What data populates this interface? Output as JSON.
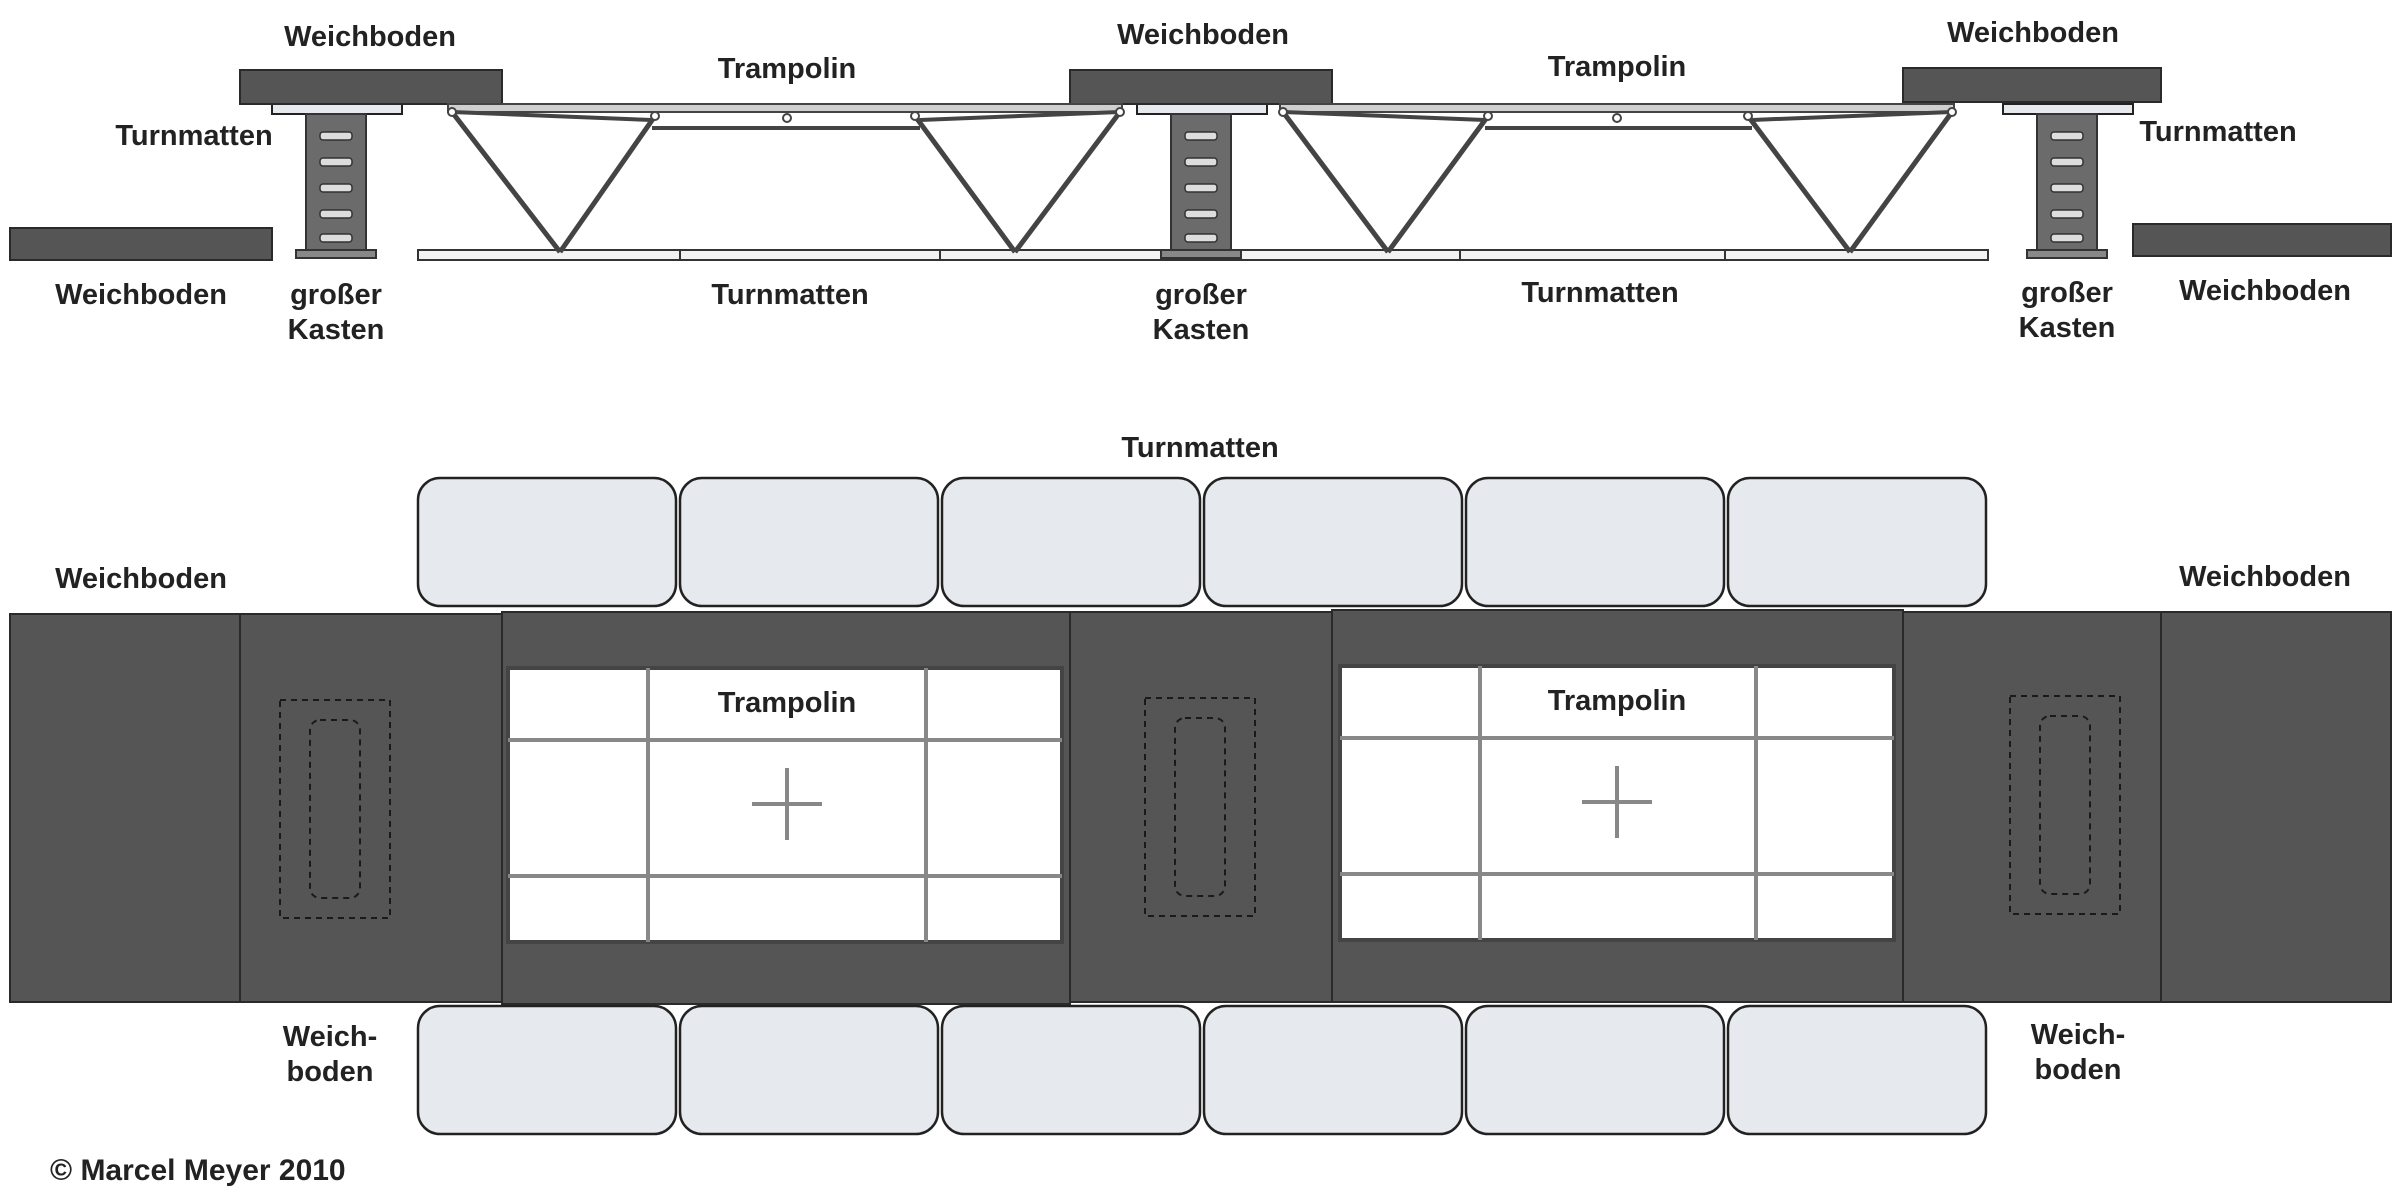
{
  "side_view": {
    "labels": {
      "weichboden_top_left": "Weichboden",
      "weichboden_top_center": "Weichboden",
      "weichboden_top_right": "Weichboden",
      "trampolin_left": "Trampolin",
      "trampolin_right": "Trampolin",
      "turnmatten_left": "Turnmatten",
      "turnmatten_right": "Turnmatten",
      "turnmatten_floor_left": "Turnmatten",
      "turnmatten_floor_right": "Turnmatten",
      "weichboden_floor_left": "Weichboden",
      "weichboden_floor_right": "Weichboden",
      "kasten_left_1": "großer",
      "kasten_left_2": "Kasten",
      "kasten_center_1": "großer",
      "kasten_center_2": "Kasten",
      "kasten_right_1": "großer",
      "kasten_right_2": "Kasten"
    }
  },
  "top_view": {
    "labels": {
      "turnmatten_top": "Turnmatten",
      "weichboden_left": "Weichboden",
      "weichboden_right": "Weichboden",
      "trampolin_left": "Trampolin",
      "trampolin_right": "Trampolin",
      "weichboden_bottom_left_1": "Weich-",
      "weichboden_bottom_left_2": "boden",
      "weichboden_bottom_right_1": "Weich-",
      "weichboden_bottom_right_2": "boden"
    }
  },
  "copyright": "© Marcel Meyer 2010"
}
